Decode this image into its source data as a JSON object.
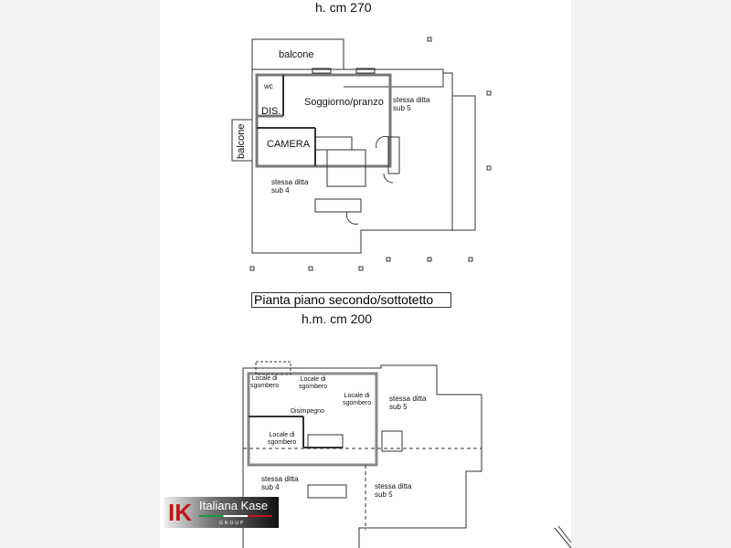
{
  "headers": {
    "top_height": "h. cm 270",
    "plan_title": "Pianta piano secondo/sottotetto",
    "second_height": "h.m. cm 200"
  },
  "floor1": {
    "rooms": [
      "balcone",
      "wc",
      "Soggiorno/pranzo",
      "DIS.",
      "CAMERA",
      "balcone"
    ],
    "neighbors": [
      "stessa ditta\nsub 5",
      "stessa ditta\nsub 4"
    ]
  },
  "floor2": {
    "rooms": [
      "Locale di\nsgombero",
      "Locale di\nsgombero",
      "Locale di\nsgombero",
      "Disimpegno",
      "Locale di\nsgombero"
    ],
    "neighbors": [
      "stessa ditta\nsub 5",
      "stessa ditta\nsub 4",
      "stessa ditta\nsub 5"
    ]
  },
  "logo": {
    "text": "Italiana Kase",
    "sub": "GROUP"
  }
}
